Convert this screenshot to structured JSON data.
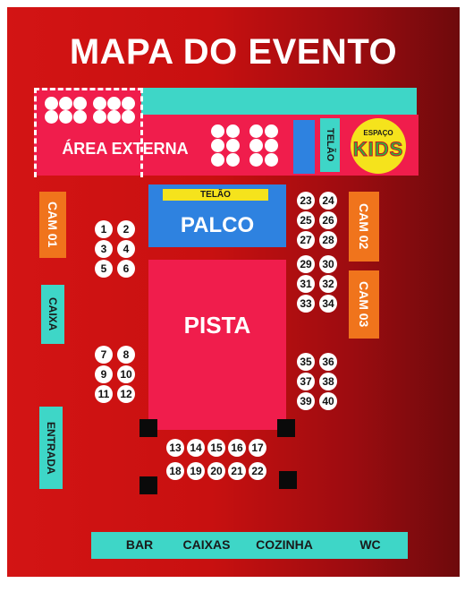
{
  "title": "MAPA DO EVENTO",
  "areas": {
    "area_externa": "ÁREA EXTERNA",
    "telao_side": "TELÃO",
    "espaco_kids_small": "ESPAÇO",
    "espaco_kids_big": "KIDS",
    "telao_stage": "TELÃO",
    "palco": "PALCO",
    "pista": "PISTA",
    "cam01": "CAM 01",
    "cam02": "CAM 02",
    "cam03": "CAM 03",
    "caixa": "CAIXA",
    "entrada": "ENTRADA"
  },
  "bottom_bar": {
    "bar": "BAR",
    "caixas": "CAIXAS",
    "cozinha": "COZINHA",
    "wc": "WC"
  },
  "tables": {
    "t1": "1",
    "t2": "2",
    "t3": "3",
    "t4": "4",
    "t5": "5",
    "t6": "6",
    "t7": "7",
    "t8": "8",
    "t9": "9",
    "t10": "10",
    "t11": "11",
    "t12": "12",
    "t13": "13",
    "t14": "14",
    "t15": "15",
    "t16": "16",
    "t17": "17",
    "t18": "18",
    "t19": "19",
    "t20": "20",
    "t21": "21",
    "t22": "22",
    "t23": "23",
    "t24": "24",
    "t25": "25",
    "t26": "26",
    "t27": "27",
    "t28": "28",
    "t29": "29",
    "t30": "30",
    "t31": "31",
    "t32": "32",
    "t33": "33",
    "t34": "34",
    "t35": "35",
    "t36": "36",
    "t37": "37",
    "t38": "38",
    "t39": "39",
    "t40": "40"
  },
  "colors": {
    "teal": "#3ed6c7",
    "pink": "#f01d4c",
    "blue": "#2e82e0",
    "orange": "#f0741c",
    "yellow": "#f5e31c",
    "background": "#c81010"
  }
}
